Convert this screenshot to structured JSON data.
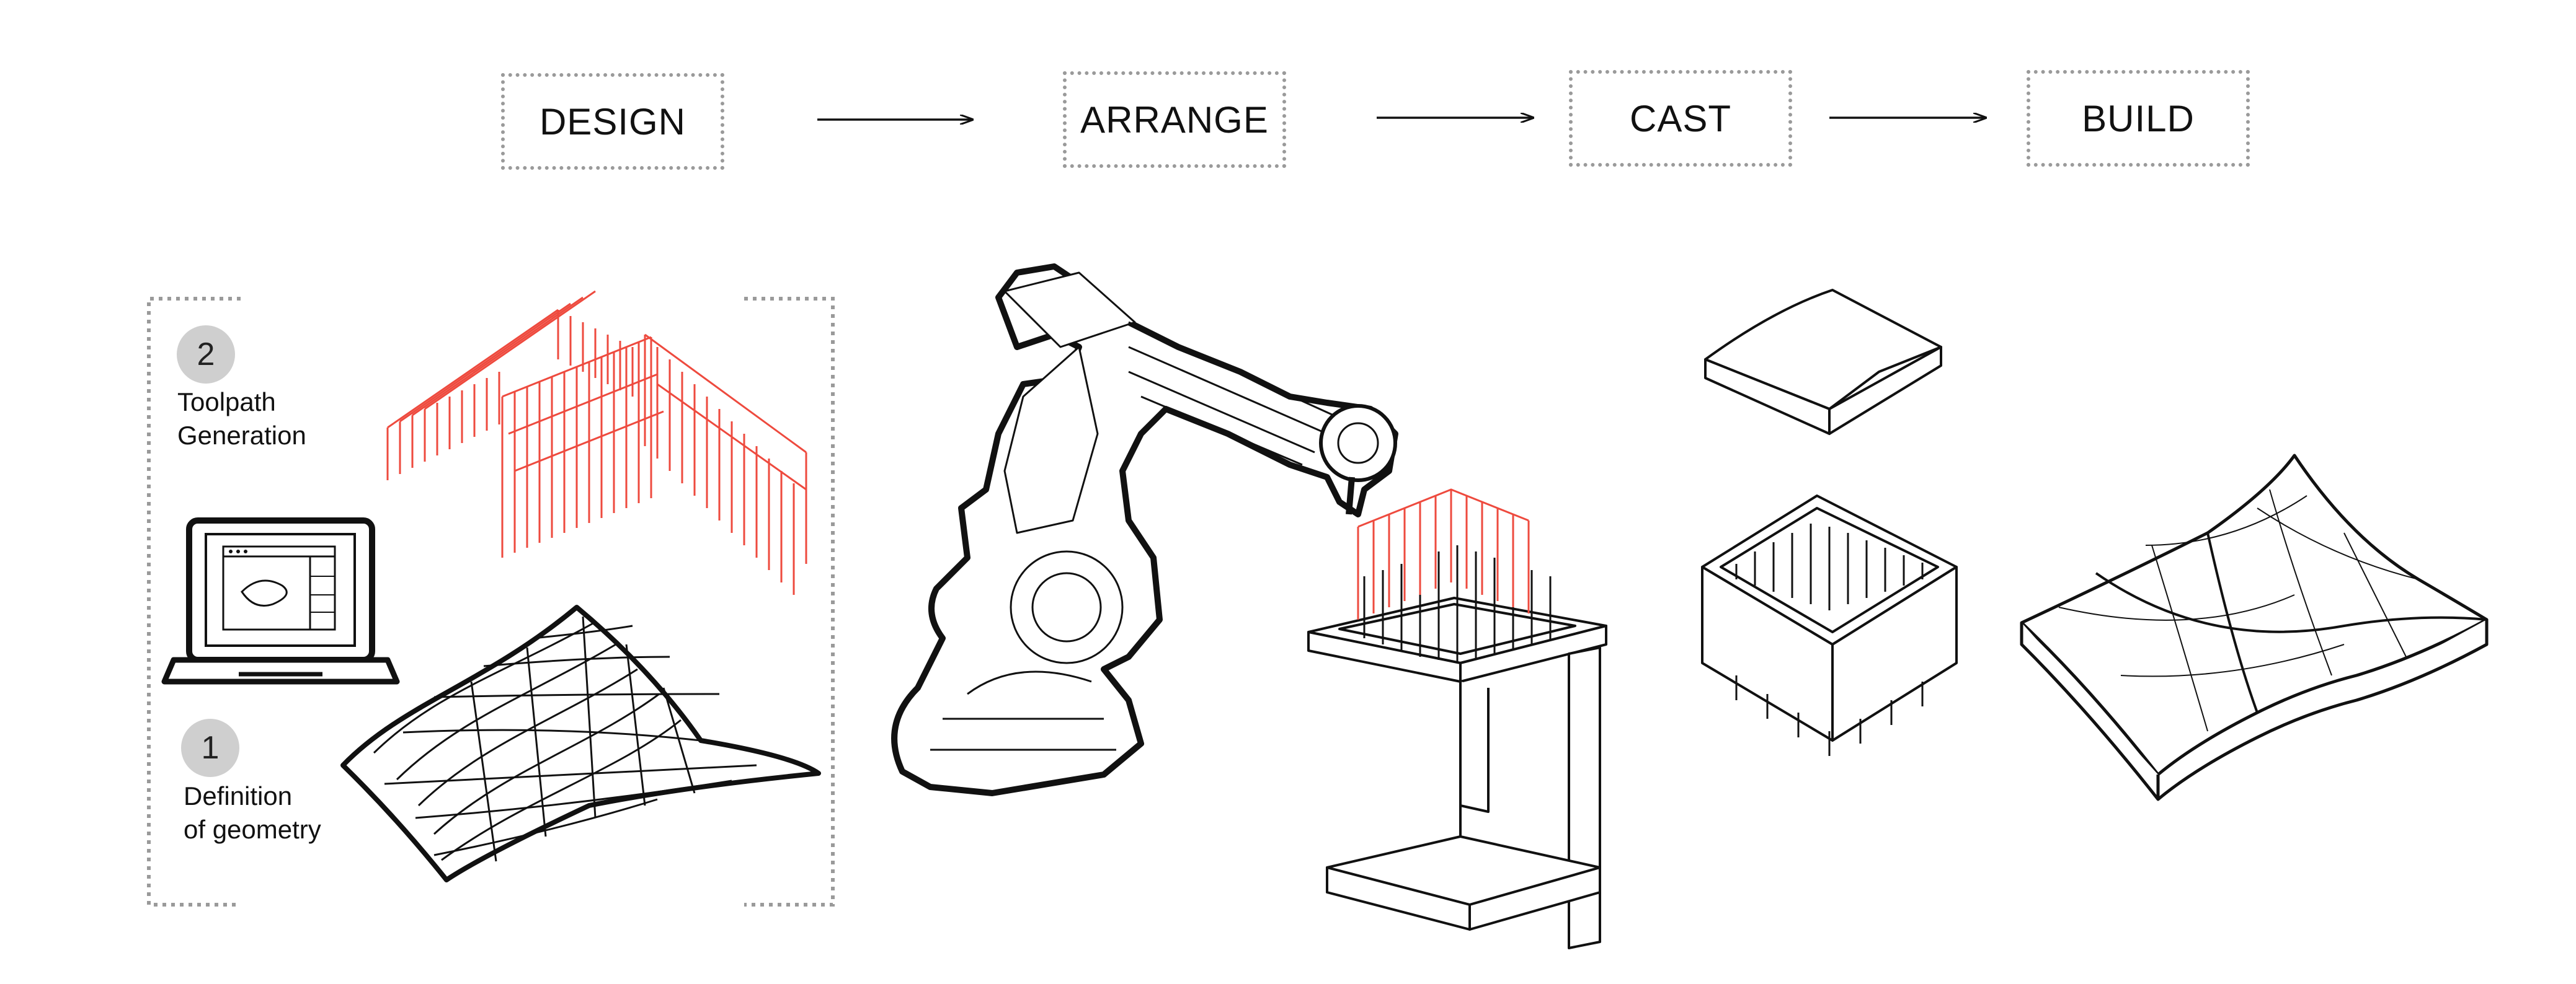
{
  "stages": [
    {
      "id": "design",
      "label": "DESIGN"
    },
    {
      "id": "arrange",
      "label": "ARRANGE"
    },
    {
      "id": "cast",
      "label": "CAST"
    },
    {
      "id": "build",
      "label": "BUILD"
    }
  ],
  "design_steps": [
    {
      "number": "2",
      "label": "Toolpath\nGeneration"
    },
    {
      "number": "1",
      "label": "Definition\nof geometry"
    }
  ],
  "colors": {
    "line": "#111111",
    "toolpath": "#ee4a3e",
    "circle": "#cfcfcf",
    "dotted": "#9a9a9a"
  }
}
